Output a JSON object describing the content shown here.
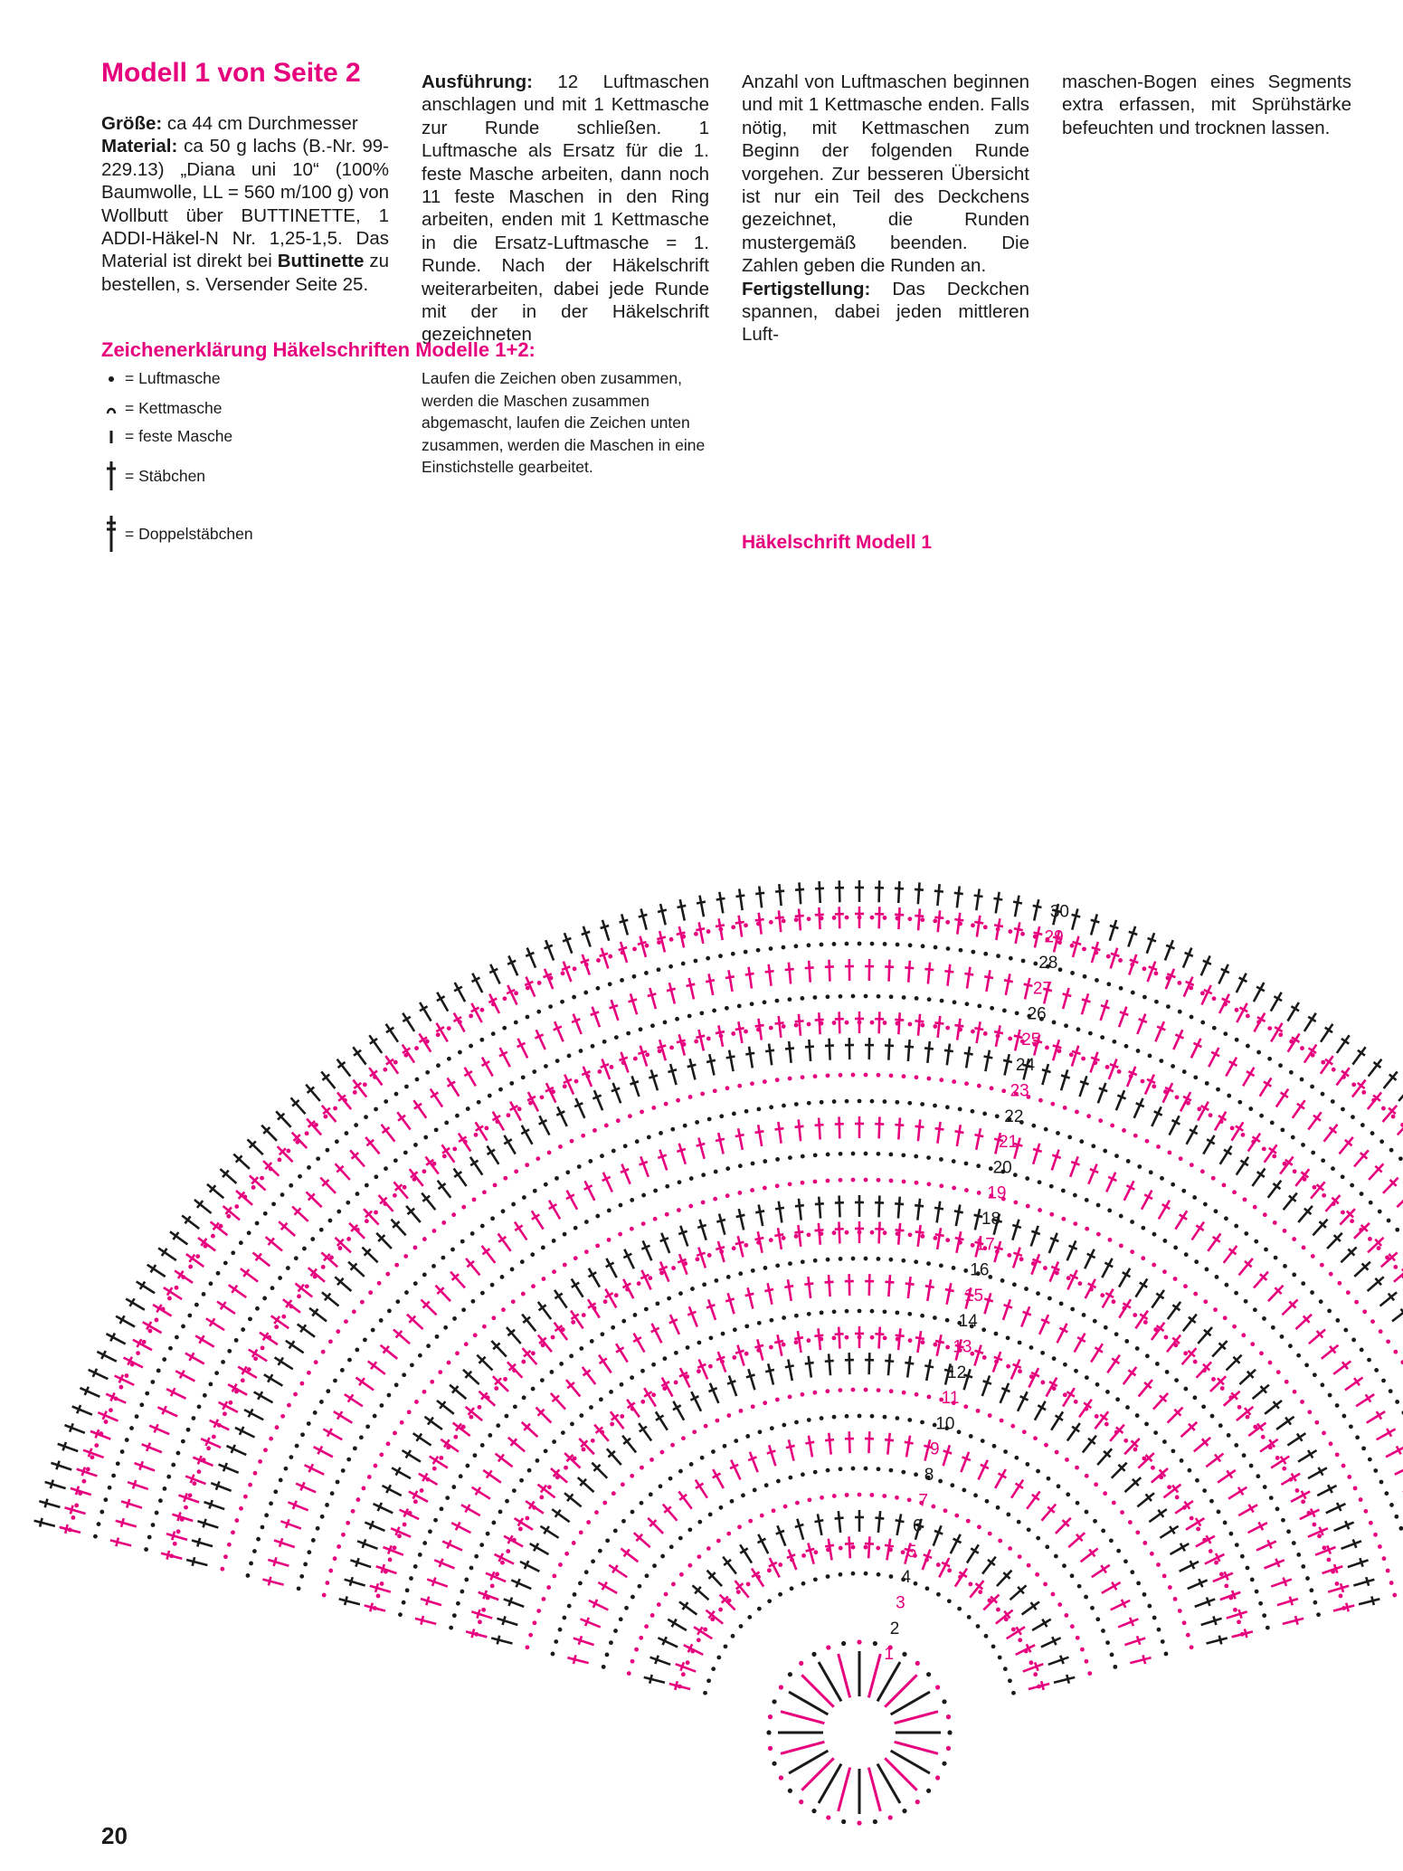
{
  "title": "Modell 1 von Seite 2",
  "col1": [
    {
      "b": "Größe:",
      "t": " ca 44 cm Durchmesser"
    },
    {
      "b": "Material:",
      "t": " ca 50 g lachs (B.-Nr. 99-229.13) „Diana uni 10“ (100% Baumwolle, LL = 560 m/100 g) von Wollbutt über BUTTINETTE, 1 ADDI-Häkel-N Nr. 1,25-1,5. Das Material ist direkt bei "
    },
    {
      "b": "Buttinette",
      "t": " zu bestellen, s. Versender Seite 25."
    }
  ],
  "col2": [
    {
      "b": "Ausführung:",
      "t": " 12 Luftmaschen anschlagen und mit 1 Kettmasche zur Runde schließen. 1 Luftmasche als Ersatz für die 1. feste Masche arbeiten, dann noch 11 feste Maschen in den Ring arbeiten, enden mit 1 Kettmasche in die Ersatz-Luftmasche = 1. Runde. Nach der Häkelschrift weiterarbeiten, dabei jede Runde mit der in der Häkelschrift gezeichneten"
    }
  ],
  "col3": [
    {
      "b": "",
      "t": "Anzahl von Luftmaschen beginnen und mit 1 Kettmasche enden. Falls nötig, mit Kettmaschen zum Beginn der folgenden Runde vorgehen. Zur besseren Übersicht ist nur ein Teil des Deckchens gezeichnet, die Runden mustergemäß beenden. Die Zahlen geben die Runden an. "
    },
    {
      "b": "Fertigstellung:",
      "t": " Das Deckchen spannen, dabei jeden mittleren Luft-"
    }
  ],
  "col4": [
    {
      "b": "",
      "t": "maschen-Bogen eines Segments extra erfassen, mit Sprühstärke befeuchten und trocknen lassen."
    }
  ],
  "legend": {
    "title": "Zeichenerklärung Häkelschriften Modelle 1+2:",
    "items": [
      {
        "icon": "chain-stitch-icon",
        "label": "= Luftmasche"
      },
      {
        "icon": "slip-stitch-icon",
        "label": "= Kettmasche"
      },
      {
        "icon": "single-crochet-icon",
        "label": "= feste Masche"
      },
      {
        "icon": "double-crochet-icon",
        "label": "= Stäbchen"
      },
      {
        "icon": "treble-crochet-icon",
        "label": "= Doppelstäbchen"
      }
    ],
    "note": "Laufen die Zeichen oben zusammen, werden die Maschen zusammen abgemascht, laufen die Zeichen unten zusammen, werden die Maschen in eine Einstichstelle gearbeitet."
  },
  "diagram": {
    "title": "Häkelschrift Modell 1",
    "colors": {
      "pink": "#e6007e",
      "black": "#1a1a1a"
    },
    "round_numbers": [
      "1",
      "2",
      "3",
      "4",
      "5",
      "6",
      "7",
      "8",
      "9",
      "10",
      "11",
      "12",
      "13",
      "14",
      "15",
      "16",
      "17",
      "18",
      "19",
      "20",
      "21",
      "22",
      "23",
      "24",
      "25",
      "26",
      "27",
      "28",
      "29",
      "30"
    ]
  },
  "page_number": "20"
}
